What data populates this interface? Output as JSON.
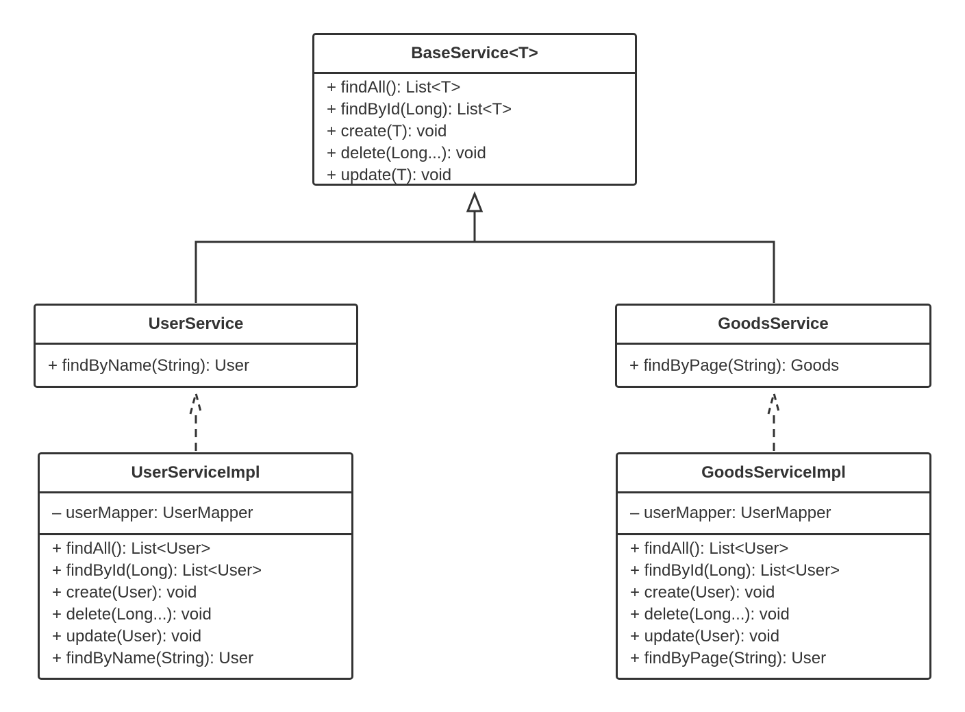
{
  "classes": {
    "base_service": {
      "name": "BaseService<T>",
      "operations": [
        "+ findAll(): List<T>",
        "+ findById(Long): List<T>",
        "+ create(T): void",
        "+ delete(Long...): void",
        "+ update(T): void"
      ]
    },
    "user_service": {
      "name": "UserService",
      "operations": [
        "+ findByName(String): User"
      ]
    },
    "goods_service": {
      "name": "GoodsService",
      "operations": [
        "+ findByPage(String): Goods"
      ]
    },
    "user_service_impl": {
      "name": "UserServiceImpl",
      "attributes": [
        "– userMapper: UserMapper"
      ],
      "operations": [
        "+ findAll(): List<User>",
        "+ findById(Long): List<User>",
        "+ create(User): void",
        "+ delete(Long...): void",
        "+ update(User): void",
        "+ findByName(String): User"
      ]
    },
    "goods_service_impl": {
      "name": "GoodsServiceImpl",
      "attributes": [
        "– userMapper: UserMapper"
      ],
      "operations": [
        "+ findAll(): List<User>",
        "+ findById(Long): List<User>",
        "+ create(User): void",
        "+ delete(Long...): void",
        "+ update(User): void",
        "+ findByPage(String): User"
      ]
    }
  },
  "colors": {
    "stroke": "#333333",
    "text": "#333333",
    "background": "#ffffff"
  }
}
